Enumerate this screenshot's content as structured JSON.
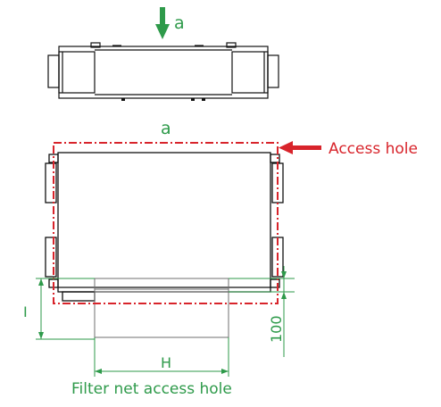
{
  "top_view": {
    "arrow_label": "a"
  },
  "front_view": {
    "width_label": "a",
    "access_hole_label": "Access hole",
    "side_dimension_label": "I",
    "offset_dimension_label": "100",
    "filter_width_label": "H",
    "filter_access_label": "Filter net access hole"
  },
  "colors": {
    "outline": "#111111",
    "dimension": "#2e9a4a",
    "access": "#d8242b",
    "filter_outline": "#6f6f6f"
  }
}
